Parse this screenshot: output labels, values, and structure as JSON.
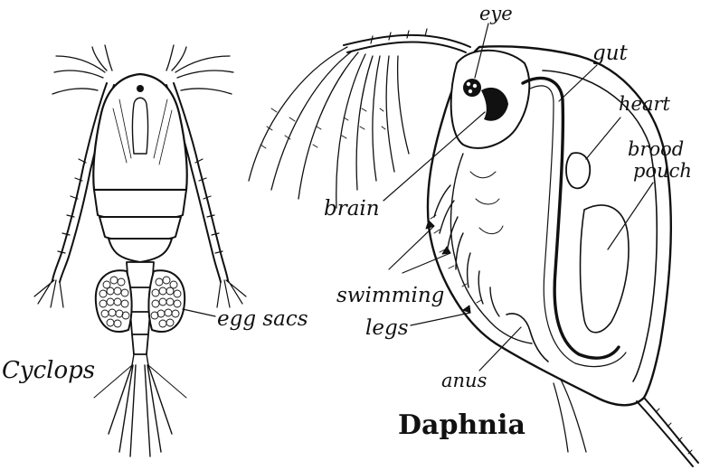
{
  "figure": {
    "cyclops": {
      "name": "Cyclops",
      "labels": {
        "egg_sacs": "egg sacs"
      }
    },
    "daphnia": {
      "name": "Daphnia",
      "labels": {
        "eye": "eye",
        "gut": "gut",
        "heart": "heart",
        "brood_pouch_1": "brood",
        "brood_pouch_2": "pouch",
        "brain": "brain",
        "swimming_legs_1": "swimming",
        "swimming_legs_2": "legs",
        "anus": "anus"
      }
    }
  }
}
